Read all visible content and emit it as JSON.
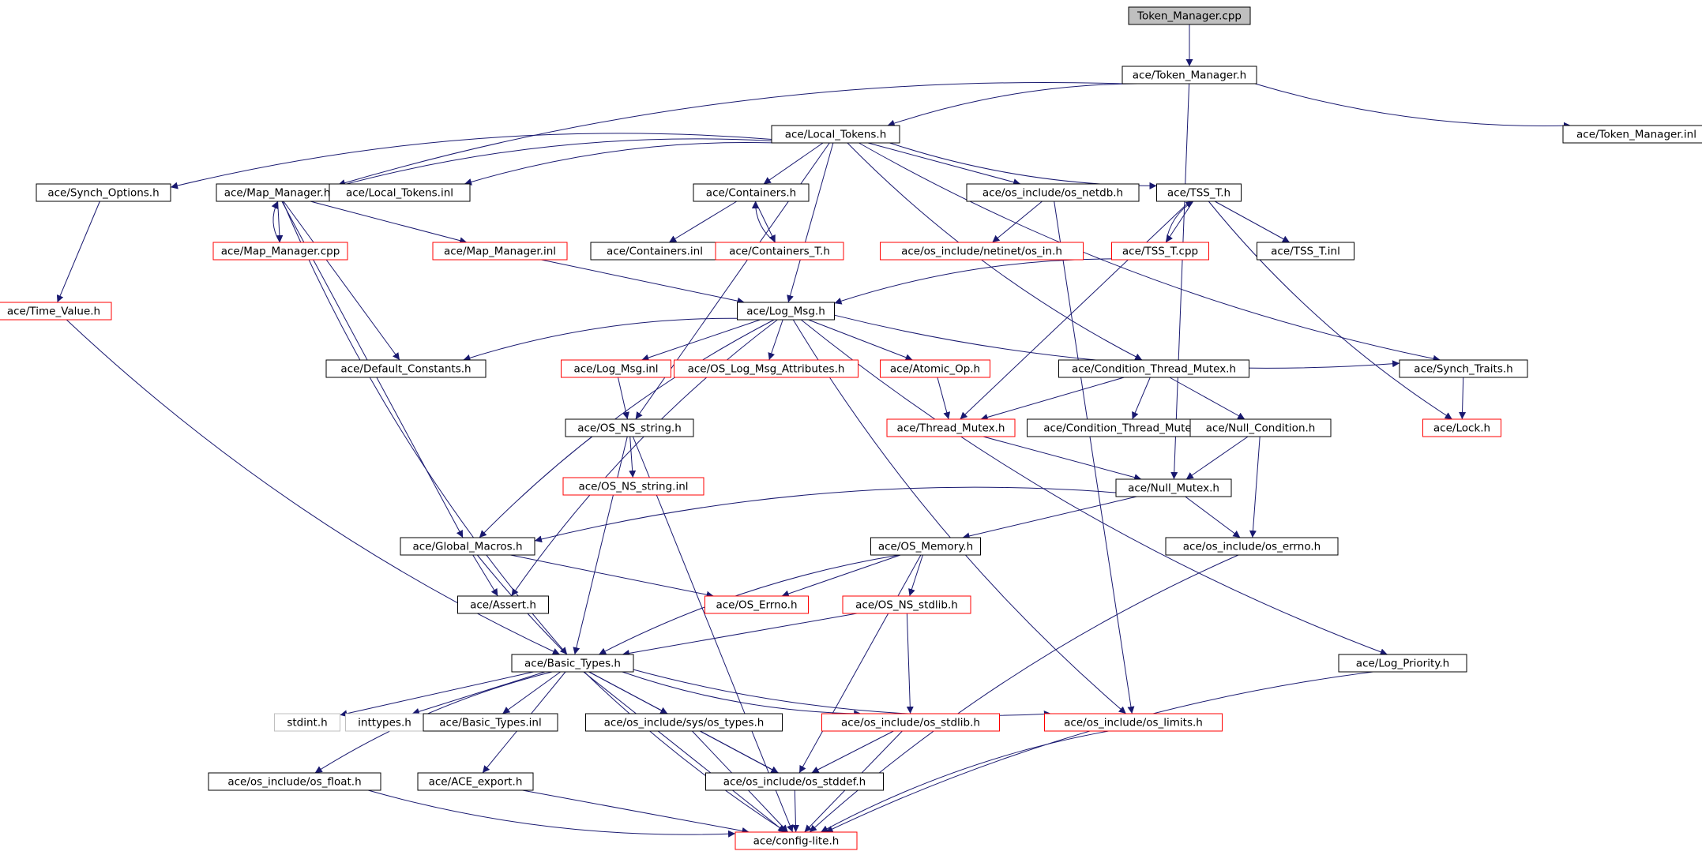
{
  "nodes": [
    {
      "id": "n0",
      "label": "Token_Manager.cpp",
      "style": "root"
    },
    {
      "id": "n1",
      "label": "ace/Token_Manager.h",
      "style": "black"
    },
    {
      "id": "n2",
      "label": "ace/Local_Tokens.h",
      "style": "black"
    },
    {
      "id": "n3",
      "label": "ace/Token_Manager.inl",
      "style": "black"
    },
    {
      "id": "n4",
      "label": "ace/Synch_Options.h",
      "style": "black"
    },
    {
      "id": "n5",
      "label": "ace/Map_Manager.h",
      "style": "black"
    },
    {
      "id": "n6",
      "label": "ace/Local_Tokens.inl",
      "style": "black"
    },
    {
      "id": "n7",
      "label": "ace/Containers.h",
      "style": "black"
    },
    {
      "id": "n8",
      "label": "ace/os_include/os_netdb.h",
      "style": "black"
    },
    {
      "id": "n9",
      "label": "ace/TSS_T.h",
      "style": "black"
    },
    {
      "id": "n10",
      "label": "ace/Map_Manager.cpp",
      "style": "red"
    },
    {
      "id": "n11",
      "label": "ace/Map_Manager.inl",
      "style": "red"
    },
    {
      "id": "n12",
      "label": "ace/Containers.inl",
      "style": "black"
    },
    {
      "id": "n13",
      "label": "ace/Containers_T.h",
      "style": "red"
    },
    {
      "id": "n14",
      "label": "ace/os_include/netinet/os_in.h",
      "style": "red"
    },
    {
      "id": "n15",
      "label": "ace/TSS_T.cpp",
      "style": "red"
    },
    {
      "id": "n16",
      "label": "ace/TSS_T.inl",
      "style": "black"
    },
    {
      "id": "n17",
      "label": "ace/Time_Value.h",
      "style": "red"
    },
    {
      "id": "n18",
      "label": "ace/Log_Msg.h",
      "style": "black"
    },
    {
      "id": "n19",
      "label": "ace/Default_Constants.h",
      "style": "black"
    },
    {
      "id": "n20",
      "label": "ace/Log_Msg.inl",
      "style": "red"
    },
    {
      "id": "n21",
      "label": "ace/OS_Log_Msg_Attributes.h",
      "style": "red"
    },
    {
      "id": "n22",
      "label": "ace/Atomic_Op.h",
      "style": "red"
    },
    {
      "id": "n23",
      "label": "ace/Condition_Thread_Mutex.h",
      "style": "black"
    },
    {
      "id": "n24",
      "label": "ace/Synch_Traits.h",
      "style": "black"
    },
    {
      "id": "n25",
      "label": "ace/OS_NS_string.h",
      "style": "black"
    },
    {
      "id": "n26",
      "label": "ace/Thread_Mutex.h",
      "style": "red"
    },
    {
      "id": "n27",
      "label": "ace/Condition_Thread_Mutex.inl",
      "style": "black"
    },
    {
      "id": "n28",
      "label": "ace/Null_Condition.h",
      "style": "black"
    },
    {
      "id": "n29",
      "label": "ace/Lock.h",
      "style": "red"
    },
    {
      "id": "n30",
      "label": "ace/OS_NS_string.inl",
      "style": "red"
    },
    {
      "id": "n31",
      "label": "ace/Null_Mutex.h",
      "style": "black"
    },
    {
      "id": "n32",
      "label": "ace/Global_Macros.h",
      "style": "black"
    },
    {
      "id": "n33",
      "label": "ace/OS_Memory.h",
      "style": "black"
    },
    {
      "id": "n34",
      "label": "ace/os_include/os_errno.h",
      "style": "black"
    },
    {
      "id": "n35",
      "label": "ace/Assert.h",
      "style": "black"
    },
    {
      "id": "n36",
      "label": "ace/OS_Errno.h",
      "style": "red"
    },
    {
      "id": "n37",
      "label": "ace/OS_NS_stdlib.h",
      "style": "red"
    },
    {
      "id": "n38",
      "label": "ace/Basic_Types.h",
      "style": "black"
    },
    {
      "id": "n39",
      "label": "ace/Log_Priority.h",
      "style": "black"
    },
    {
      "id": "n40",
      "label": "stdint.h",
      "style": "grey"
    },
    {
      "id": "n41",
      "label": "inttypes.h",
      "style": "grey"
    },
    {
      "id": "n42",
      "label": "ace/Basic_Types.inl",
      "style": "black"
    },
    {
      "id": "n43",
      "label": "ace/os_include/sys/os_types.h",
      "style": "black"
    },
    {
      "id": "n44",
      "label": "ace/os_include/os_stdlib.h",
      "style": "red"
    },
    {
      "id": "n45",
      "label": "ace/os_include/os_limits.h",
      "style": "red"
    },
    {
      "id": "n46",
      "label": "ace/os_include/os_float.h",
      "style": "black"
    },
    {
      "id": "n47",
      "label": "ace/ACE_export.h",
      "style": "black"
    },
    {
      "id": "n48",
      "label": "ace/os_include/os_stddef.h",
      "style": "black"
    },
    {
      "id": "n49",
      "label": "ace/config-lite.h",
      "style": "red"
    }
  ],
  "edges": [
    [
      "n0",
      "n1"
    ],
    [
      "n1",
      "n2"
    ],
    [
      "n1",
      "n3"
    ],
    [
      "n1",
      "n5"
    ],
    [
      "n1",
      "n31"
    ],
    [
      "n2",
      "n4"
    ],
    [
      "n2",
      "n5"
    ],
    [
      "n2",
      "n6"
    ],
    [
      "n2",
      "n7"
    ],
    [
      "n2",
      "n8"
    ],
    [
      "n2",
      "n9"
    ],
    [
      "n2",
      "n18"
    ],
    [
      "n2",
      "n23"
    ],
    [
      "n2",
      "n24"
    ],
    [
      "n2",
      "n25"
    ],
    [
      "n4",
      "n17"
    ],
    [
      "n5",
      "n10"
    ],
    [
      "n5",
      "n11"
    ],
    [
      "n5",
      "n19"
    ],
    [
      "n5",
      "n32"
    ],
    [
      "n5",
      "n38"
    ],
    [
      "n10",
      "n5"
    ],
    [
      "n11",
      "n18"
    ],
    [
      "n7",
      "n12"
    ],
    [
      "n7",
      "n13"
    ],
    [
      "n13",
      "n7"
    ],
    [
      "n8",
      "n14"
    ],
    [
      "n8",
      "n45"
    ],
    [
      "n9",
      "n15"
    ],
    [
      "n9",
      "n16"
    ],
    [
      "n9",
      "n26"
    ],
    [
      "n9",
      "n29"
    ],
    [
      "n15",
      "n9"
    ],
    [
      "n15",
      "n18"
    ],
    [
      "n17",
      "n38"
    ],
    [
      "n18",
      "n19"
    ],
    [
      "n18",
      "n20"
    ],
    [
      "n18",
      "n21"
    ],
    [
      "n18",
      "n22"
    ],
    [
      "n18",
      "n24"
    ],
    [
      "n18",
      "n32"
    ],
    [
      "n18",
      "n35"
    ],
    [
      "n18",
      "n39"
    ],
    [
      "n18",
      "n45"
    ],
    [
      "n20",
      "n25"
    ],
    [
      "n22",
      "n26"
    ],
    [
      "n23",
      "n26"
    ],
    [
      "n23",
      "n27"
    ],
    [
      "n23",
      "n28"
    ],
    [
      "n24",
      "n29"
    ],
    [
      "n25",
      "n30"
    ],
    [
      "n25",
      "n38"
    ],
    [
      "n25",
      "n49"
    ],
    [
      "n26",
      "n31"
    ],
    [
      "n28",
      "n31"
    ],
    [
      "n28",
      "n34"
    ],
    [
      "n31",
      "n32"
    ],
    [
      "n31",
      "n33"
    ],
    [
      "n31",
      "n34"
    ],
    [
      "n32",
      "n35"
    ],
    [
      "n32",
      "n36"
    ],
    [
      "n32",
      "n49"
    ],
    [
      "n33",
      "n36"
    ],
    [
      "n33",
      "n37"
    ],
    [
      "n33",
      "n38"
    ],
    [
      "n33",
      "n48"
    ],
    [
      "n34",
      "n49"
    ],
    [
      "n37",
      "n38"
    ],
    [
      "n37",
      "n44"
    ],
    [
      "n38",
      "n40"
    ],
    [
      "n38",
      "n41"
    ],
    [
      "n38",
      "n42"
    ],
    [
      "n38",
      "n43"
    ],
    [
      "n38",
      "n44"
    ],
    [
      "n38",
      "n45"
    ],
    [
      "n38",
      "n46"
    ],
    [
      "n38",
      "n47"
    ],
    [
      "n38",
      "n48"
    ],
    [
      "n38",
      "n49"
    ],
    [
      "n39",
      "n49"
    ],
    [
      "n43",
      "n48"
    ],
    [
      "n43",
      "n49"
    ],
    [
      "n44",
      "n48"
    ],
    [
      "n44",
      "n49"
    ],
    [
      "n45",
      "n49"
    ],
    [
      "n46",
      "n49"
    ],
    [
      "n47",
      "n49"
    ],
    [
      "n48",
      "n49"
    ]
  ],
  "colors": {
    "edge": "#191970",
    "border_black": "#000000",
    "border_red": "#ff0000",
    "border_grey": "#bfbfbf",
    "root_fill": "#bfbfbf"
  }
}
